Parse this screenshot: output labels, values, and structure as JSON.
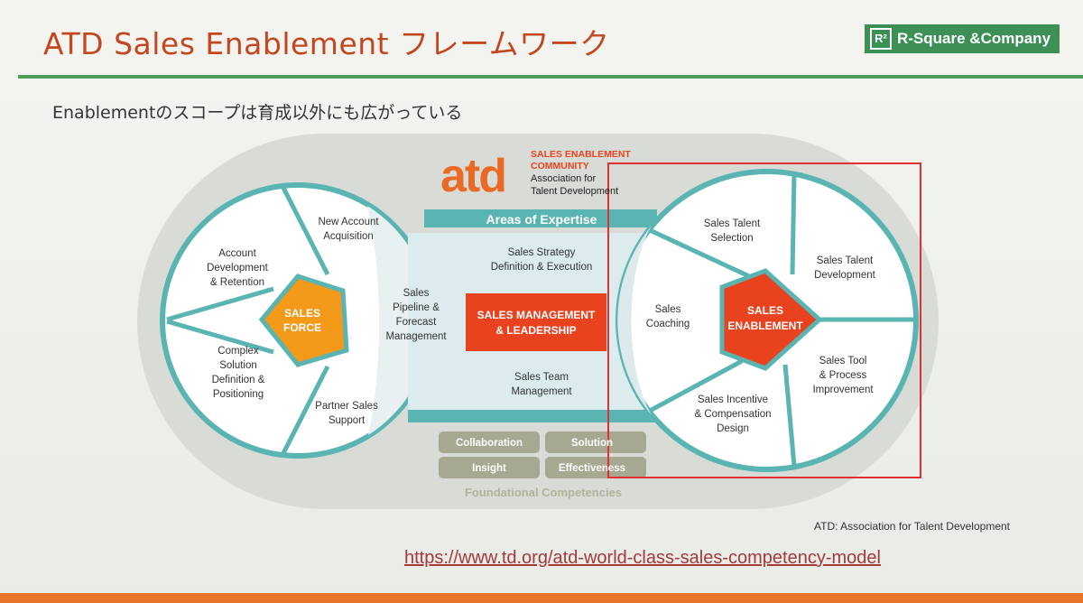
{
  "header": {
    "title": "ATD Sales Enablement フレームワーク",
    "company": "R-Square &Company",
    "company_mark": "R²"
  },
  "subtitle": "Enablementのスコープは育成以外にも広がっている",
  "atd": {
    "logo_text": "atd",
    "community": [
      "SALES ENABLEMENT",
      "COMMUNITY",
      "Association for",
      "Talent Development"
    ]
  },
  "diagram": {
    "areas_of_expertise": "Areas of Expertise",
    "left": {
      "center": [
        "SALES",
        "FORCE"
      ],
      "segments": [
        [
          "New Account",
          "Acquisition"
        ],
        [
          "Account",
          "Development",
          "& Retention"
        ],
        [
          "Complex",
          "Solution",
          "Definition &",
          "Positioning"
        ],
        [
          "Partner Sales",
          "Support"
        ],
        [
          "Sales",
          "Pipeline &",
          "Forecast",
          "Management"
        ]
      ]
    },
    "middle": {
      "center": [
        "SALES MANAGEMENT",
        "& LEADERSHIP"
      ],
      "top": [
        "Sales Strategy",
        "Definition & Execution"
      ],
      "bottom": [
        "Sales Team",
        "Management"
      ]
    },
    "right": {
      "center": [
        "SALES",
        "ENABLEMENT"
      ],
      "segments": [
        [
          "Sales Talent",
          "Selection"
        ],
        [
          "Sales Talent",
          "Development"
        ],
        [
          "Sales Tool",
          "& Process",
          "Improvement"
        ],
        [
          "Sales Incentive",
          "& Compensation",
          "Design"
        ],
        [
          "Sales",
          "Coaching"
        ]
      ]
    },
    "foundational": {
      "label": "Foundational Competencies",
      "cells": [
        "Collaboration",
        "Solution",
        "Insight",
        "Effectiveness"
      ]
    }
  },
  "footnote": "ATD: Association for Talent Development",
  "url": "https://www.td.org/atd-world-class-sales-competency-model",
  "colors": {
    "teal": "#59b4b2",
    "orange": "#f39a1a",
    "red": "#e8421e",
    "highlight": "#e03030",
    "green": "#3c8f55"
  }
}
